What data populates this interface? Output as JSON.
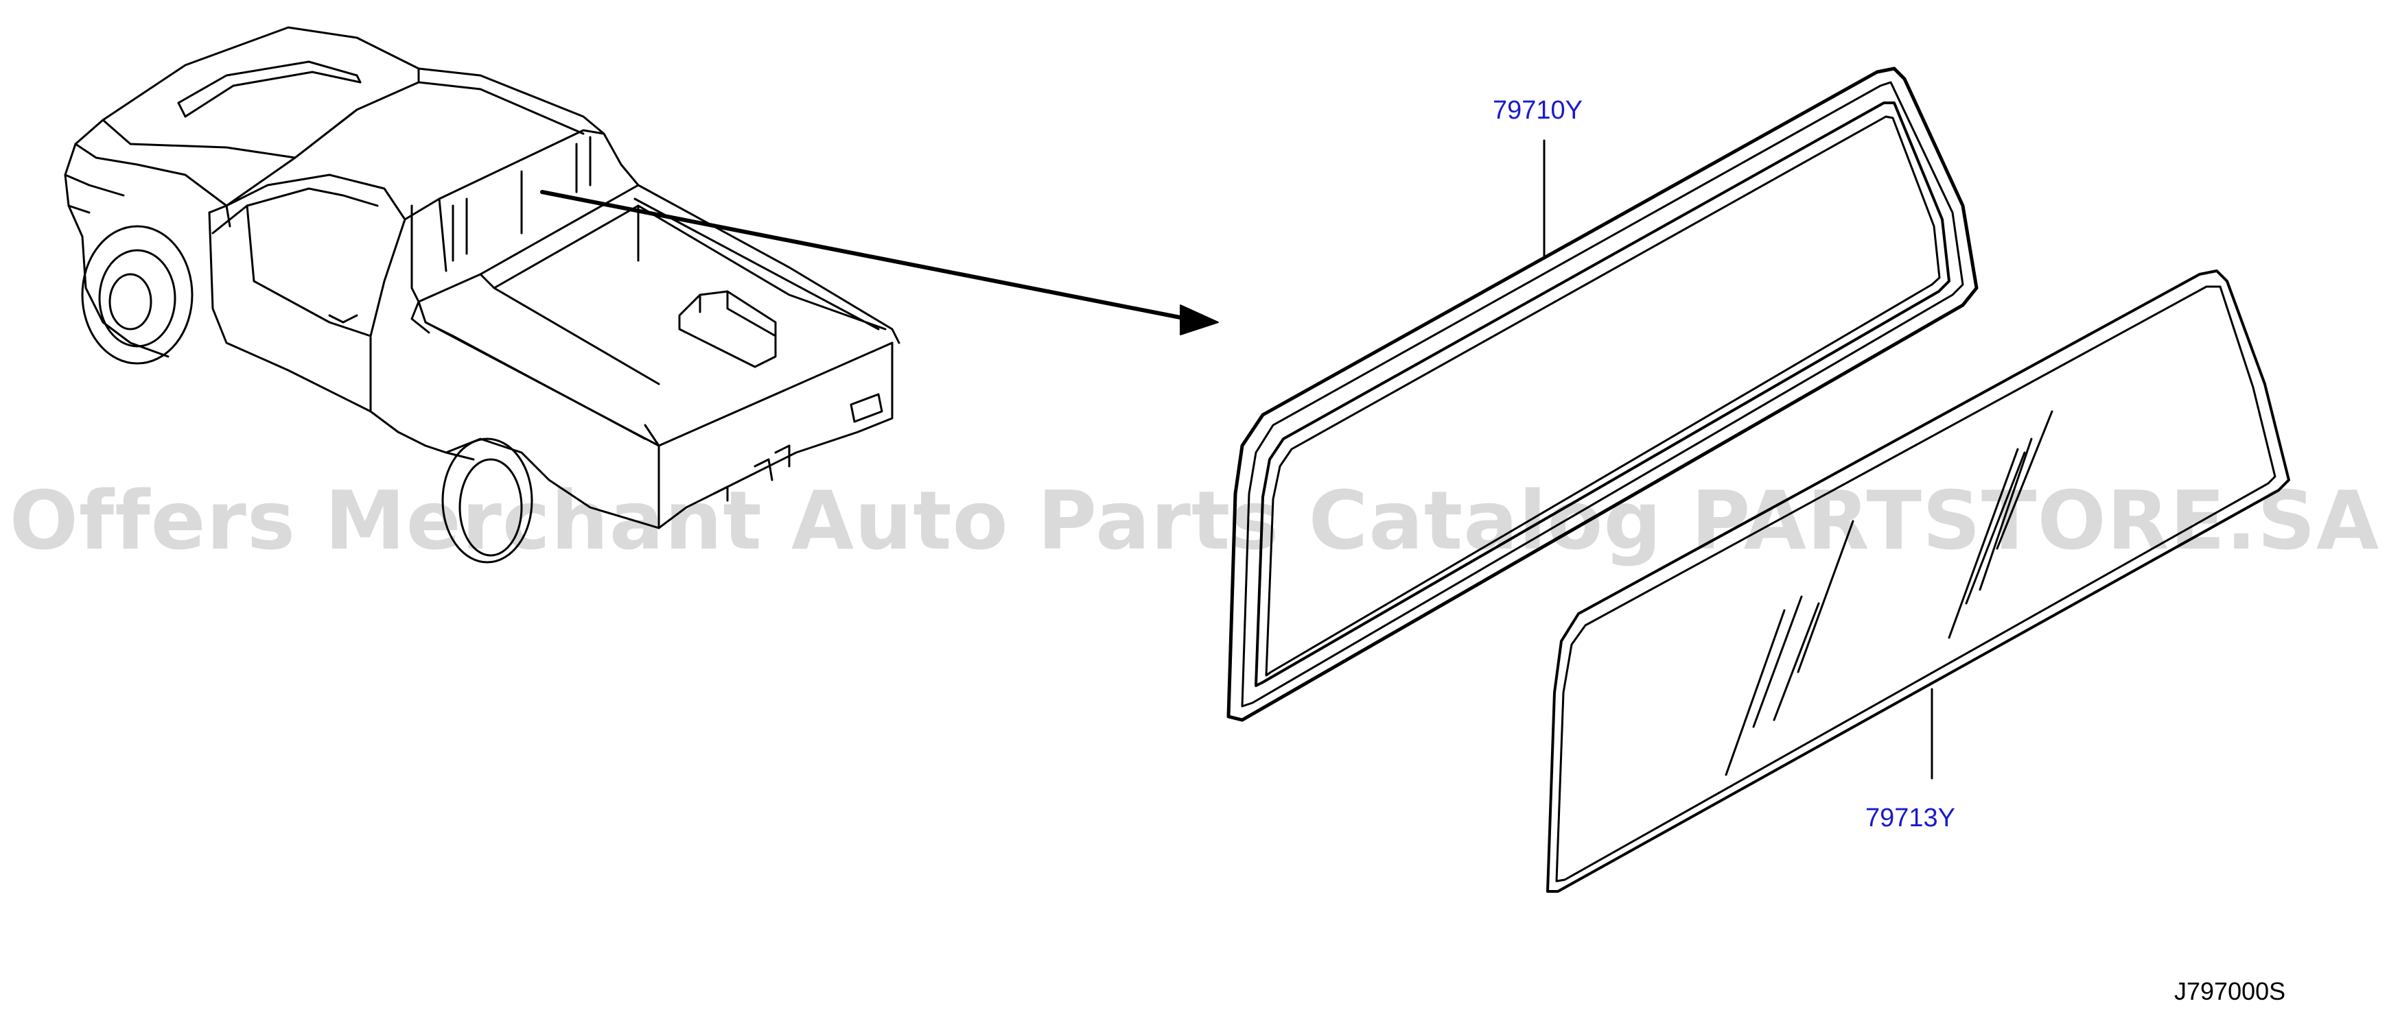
{
  "diagram": {
    "parts": [
      {
        "number": "79710Y"
      },
      {
        "number": "79713Y"
      }
    ],
    "diagram_code": "J797000S",
    "watermark": "Offers Merchant Auto Parts Catalog PARTSTORE.SA"
  }
}
